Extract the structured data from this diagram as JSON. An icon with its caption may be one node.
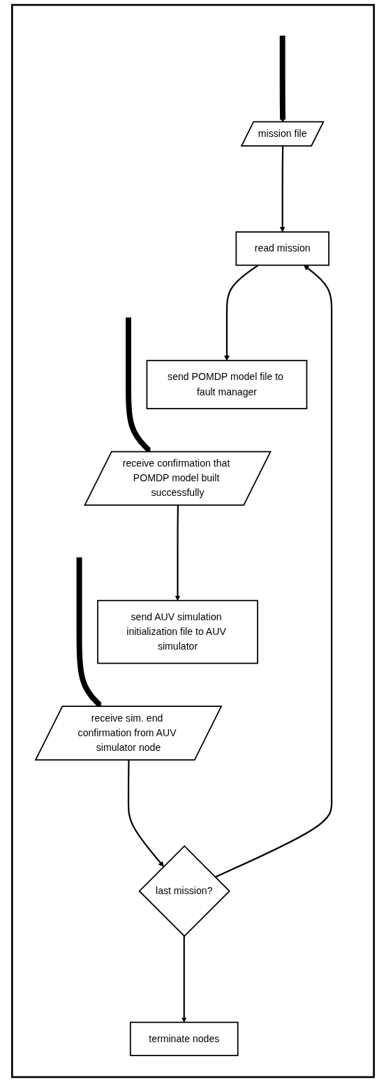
{
  "diagram": {
    "nodes": [
      {
        "text": [],
        "shape": "box"
      },
      {
        "text": [
          "mission file"
        ],
        "in": 0
      },
      {
        "text": [
          "read mission"
        ],
        "in": 0
      },
      {
        "text": [
          "send POMDP model file to fault manager"
        ],
        "in": 0
      },
      {
        "text": [
          "receive confirmation that POMDP model built successfully"
        ],
        "in": 0
      },
      {
        "text": [
          "send AUV simulation initialization file to AUV simulator"
        ],
        "in": 0
      },
      {
        "text": [
          "receive sim. end confirmation from AUV simulator node"
        ],
        "in": 0
      },
      {
        "text": [
          "last mission?"
        ],
        "in": 0
      },
      {
        "text": [
          "terminate nodes"
        ],
        "in": 0
      }
    ],
    "edges": [
      {
        "from": null,
        "to": 1,
        "arrow": "to",
        "style": "thick"
      },
      {
        "from": 1,
        "to": 2,
        "arrow": "to"
      },
      {
        "from": 2,
        "to": 3,
        "arrow": "to"
      },
      {
        "from": null,
        "to": 4,
        "arrow": "to",
        "style": "thick"
      },
      {
        "from": 4,
        "to": 5,
        "arrow": "to"
      },
      {
        "from": null,
        "to": 6,
        "arrow": "to",
        "style": "thick"
      },
      {
        "from": 6,
        "to": 7,
        "arrow": "to"
      },
      {
        "from": 7,
        "to": 8,
        "arrow": "to"
      },
      {
        "from": 7,
        "to": 2,
        "arrow": "to"
      }
    ]
  }
}
